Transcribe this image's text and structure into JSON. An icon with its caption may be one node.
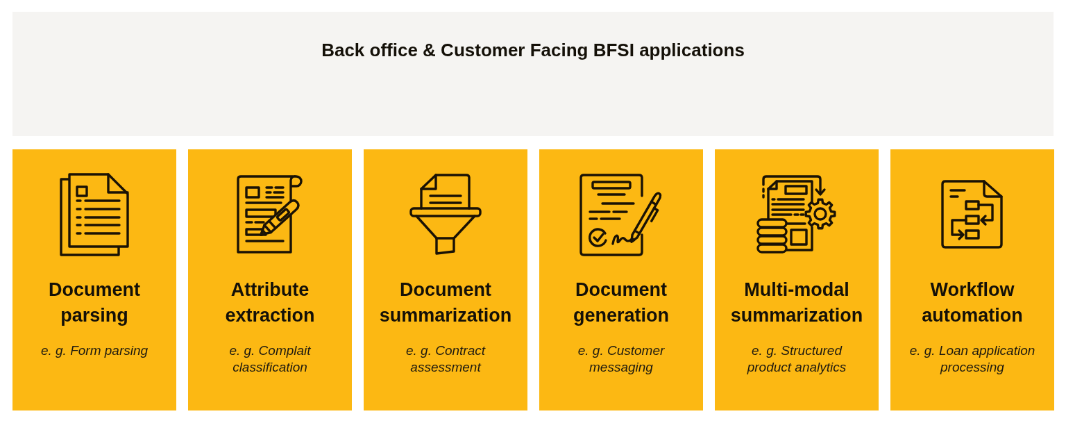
{
  "diagram": {
    "nodes": [
      {
        "text": [
          "Back office & Customer Facing BFSI applications"
        ]
      },
      {
        "text": [
          "Document parsing",
          "e. g. Form parsing"
        ]
      },
      {
        "text": [
          "Attribute extraction",
          "e. g. Complait classification"
        ]
      },
      {
        "text": [
          "Document summarization",
          "e. g. Contract assessment"
        ]
      },
      {
        "text": [
          "Document generation",
          "e. g. Customer messaging"
        ]
      },
      {
        "text": [
          "Multi-modal summarization",
          "e. g. Structured product analytics"
        ]
      },
      {
        "text": [
          "Workflow automation",
          "e. g. Loan application processing"
        ]
      }
    ]
  }
}
